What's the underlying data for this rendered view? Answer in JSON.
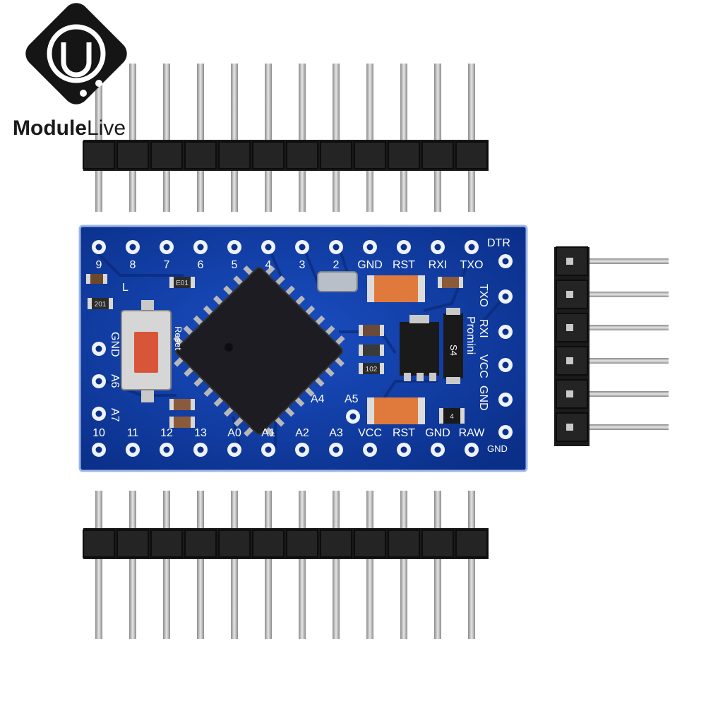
{
  "logo": {
    "text_bold": "Module",
    "text_regular": "Live"
  },
  "board": {
    "top_labels": [
      "9",
      "8",
      "7",
      "6",
      "5",
      "4",
      "3",
      "2",
      "GND",
      "RST",
      "RXI",
      "TXO"
    ],
    "dtr_label": "DTR",
    "bottom_labels": [
      "10",
      "11",
      "12",
      "13",
      "A0",
      "A1",
      "A2",
      "A3",
      "VCC",
      "RST",
      "GND",
      "RAW"
    ],
    "corner_gnd_label": "GND",
    "left_labels": [
      "GND",
      "A6",
      "A7"
    ],
    "right_labels": [
      "TXO",
      "RXI",
      "VCC",
      "GND"
    ],
    "a4_label": "A4",
    "a5_label": "A5",
    "led_label": "L",
    "reset_label": "Reset",
    "model_label": "Promini",
    "component_codes": [
      "E01",
      "201",
      "102",
      "S4",
      "4"
    ]
  },
  "colors": {
    "pcb": "#0d3a9e",
    "header": "#1a1a1a",
    "pin": "#b8b8b8"
  }
}
